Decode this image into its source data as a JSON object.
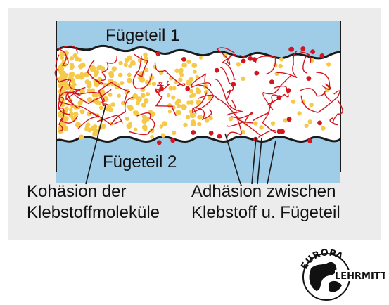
{
  "figure": {
    "part1_label": "Fügeteil 1",
    "part2_label": "Fügeteil 2",
    "caption_left": [
      "Kohäsion der",
      "Klebstoffmoleküle"
    ],
    "caption_right": [
      "Adhäsion zwischen",
      "Klebstoff u. Fügeteil"
    ]
  },
  "colors": {
    "panel": "#ececec",
    "adherend": "#9fcde8",
    "adhesive": "#ffffff",
    "chains": "#d4141e",
    "cohesion_dots": "#f5c94a",
    "outline": "#1a1a1a"
  },
  "logo": {
    "top": "EUROPA",
    "right": "LEHRMITTEL",
    "name": "europa-lehrmittel-logo"
  }
}
